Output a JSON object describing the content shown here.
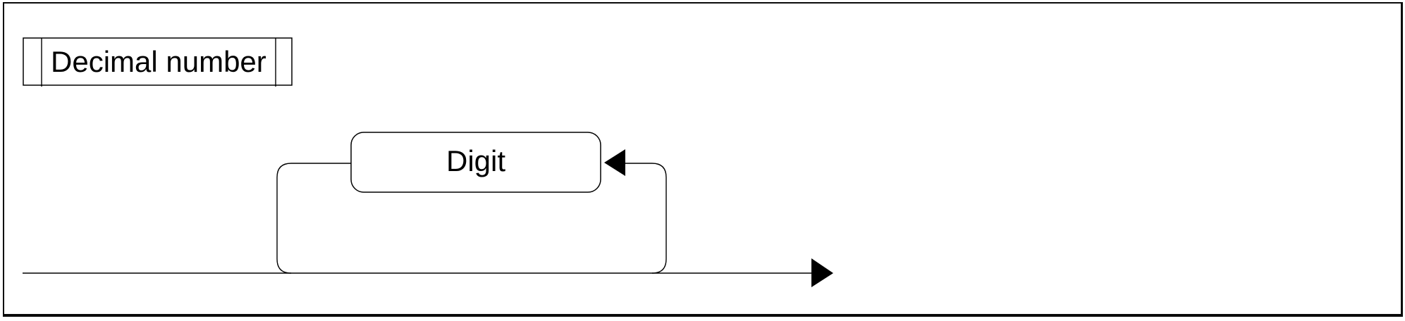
{
  "diagram": {
    "title": "Decimal number",
    "type": "railroad-syntax-diagram",
    "nodes": [
      {
        "label": "Digit",
        "shape": "rounded-rectangle"
      }
    ],
    "flow": {
      "main_path": "straight baseline left-to-right ending in solid right arrowhead",
      "loop_path": "repeat loop rises from baseline and passes right-to-left through Digit node",
      "loop_arrow": "left-pointing arrowhead entering Digit node right side",
      "end_arrow": "right-pointing arrowhead at baseline end"
    },
    "icons": {
      "loop_arrowhead": "arrowhead-left",
      "end_arrowhead": "arrowhead-right"
    },
    "colors": {
      "line": "#000000",
      "text": "#000000",
      "background": "#ffffff",
      "node_fill": "#ffffff"
    }
  }
}
